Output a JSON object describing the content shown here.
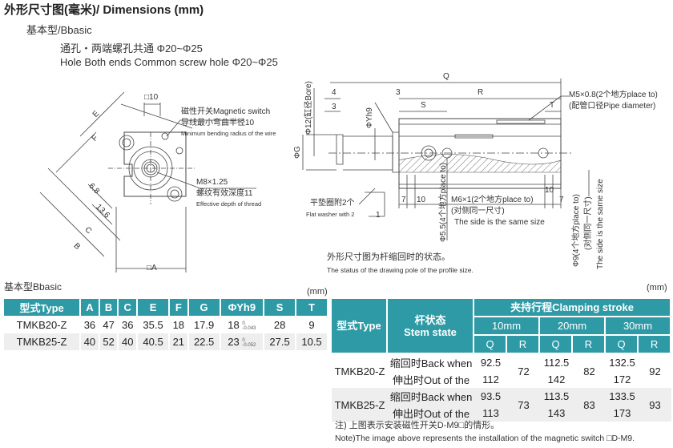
{
  "header": {
    "title": "外形尺寸图(毫米)/ Dimensions (mm)",
    "subtitle": "基本型/Bbasic",
    "hole_cn": "通孔・两端螺孔共通 Φ20~Φ25",
    "hole_en": "Hole Both ends Common screw hole Φ20~Φ25"
  },
  "front_view": {
    "sq10": "□10",
    "mag_cn": "磁性开关Magnetic switch",
    "mag_cn2": "导线最小弯曲半径10",
    "mag_en": "Minimum bending radius of the wire",
    "m8": "M8×1.25",
    "m8_cn": "螺纹有效深度11",
    "m8_en": "Effective depth of thread",
    "sqA": "□A",
    "E": "E",
    "F": "F",
    "d68": "6.8",
    "d136": "13.6",
    "C": "C",
    "B": "B"
  },
  "side_view": {
    "Q": "Q",
    "R": "R",
    "S": "S",
    "T": "T",
    "d4": "4",
    "d3a": "3",
    "d3b": "3",
    "bore": "Φ12(缸径Bore)",
    "yh9": "ΦYh9",
    "g": "ΦG",
    "m5": "M5×0.8(2个地方place to)",
    "m5_pipe": "(配管口径Pipe diameter)",
    "washer_cn": "平垫圈附2个",
    "washer_en": "Flat washer with 2",
    "d1": "1",
    "d7a": "7",
    "d10a": "10",
    "d10b": "10",
    "d7b": "7",
    "m6": "M6×1(2个地方place to)",
    "m6_cn": "(对侧同一尺寸)",
    "m6_en": "The side is the same size",
    "phi55": "Φ5.5(4个地方place to)",
    "phi9": "Φ9(4个地方place to)",
    "phi9_cn": "(对侧同一尺寸)",
    "phi9_en": "The side is the same size",
    "caption_cn": "外形尺寸图为杆缩回时的状态。",
    "caption_en": "The status of the drawing pole of the profile size."
  },
  "basic_table": {
    "title": "基本型Bbasic",
    "unit": "(mm)",
    "headers": [
      "型式Type",
      "A",
      "B",
      "C",
      "E",
      "F",
      "G",
      "ΦYh9",
      "S",
      "T"
    ],
    "rows": [
      {
        "type": "TMKB20-Z",
        "A": "36",
        "B": "47",
        "C": "36",
        "E": "35.5",
        "F": "18",
        "G": "17.9",
        "Y": "18",
        "Y_up": "0",
        "Y_low": "-0.043",
        "S": "28",
        "T": "9"
      },
      {
        "type": "TMKB25-Z",
        "A": "40",
        "B": "52",
        "C": "40",
        "E": "40.5",
        "F": "21",
        "G": "22.5",
        "Y": "23",
        "Y_up": "0",
        "Y_low": "-0.052",
        "S": "27.5",
        "T": "10.5"
      }
    ]
  },
  "stroke_table": {
    "unit": "(mm)",
    "type_header": "型式Type",
    "state_header_cn": "杆状态",
    "state_header_en": "Stem state",
    "stroke_header": "夹持行程Clamping stroke",
    "strokes": [
      "10mm",
      "20mm",
      "30mm"
    ],
    "q": "Q",
    "r": "R",
    "back": "缩回时Back when",
    "out": "伸出时Out of the",
    "rows": [
      {
        "type": "TMKB20-Z",
        "q_back": [
          "92.5",
          "112.5",
          "132.5"
        ],
        "q_out": [
          "112",
          "142",
          "172"
        ],
        "r": [
          "72",
          "82",
          "92"
        ]
      },
      {
        "type": "TMKB25-Z",
        "q_back": [
          "93.5",
          "113.5",
          "133.5"
        ],
        "q_out": [
          "113",
          "143",
          "173"
        ],
        "r": [
          "73",
          "83",
          "93"
        ]
      }
    ]
  },
  "notes": {
    "cn": "注) 上图表示安装磁性开关D-M9□的情形。",
    "en": "Note)The image above represents the installation of the magnetic switch □D-M9."
  }
}
